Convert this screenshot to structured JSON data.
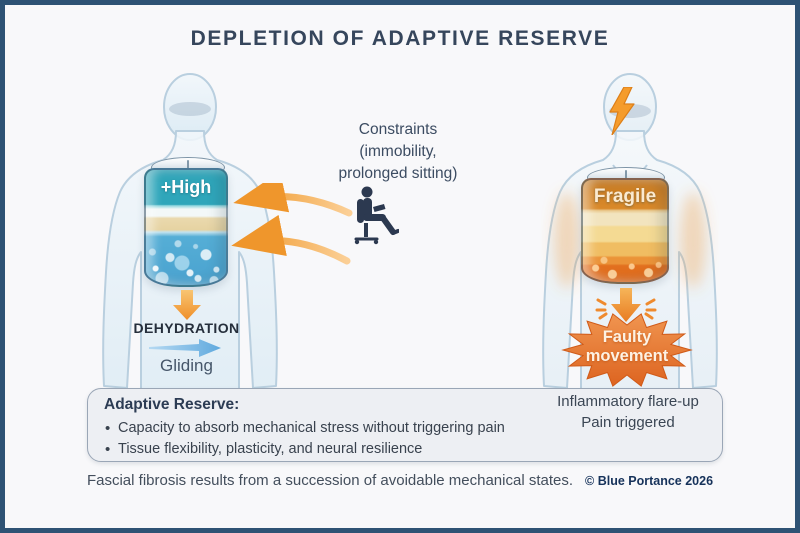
{
  "title": "DEPLETION OF ADAPTIVE RESERVE",
  "center": {
    "constraints_title": "Constraints",
    "constraints_line2": "(immobility,",
    "constraints_line3": "prolonged sitting)"
  },
  "left_figure": {
    "cylinder_label": "+High",
    "process_label": "DEHYDRATION",
    "gliding_label": "Gliding"
  },
  "right_figure": {
    "cylinder_label": "Fragile",
    "starburst": {
      "line1": "Faulty",
      "line2": "movement"
    },
    "flareup_line1": "Inflammatory flare-up",
    "flareup_line2": "Pain triggered"
  },
  "info_box": {
    "heading": "Adaptive Reserve:",
    "bullets": [
      "Capacity to absorb mechanical stress without triggering pain",
      "Tissue flexibility, plasticity, and neural resilience"
    ]
  },
  "footer": {
    "caption": "Fascial fibrosis results from a succession of avoidable mechanical states.",
    "copyright": "© Blue Portance 2026"
  },
  "icons": {
    "sitting_person": "sitting-person-icon",
    "lightning": "lightning-bolt-icon"
  },
  "colors": {
    "frame": "#2e5274",
    "background": "#f8f8fa",
    "accent_orange": "#f5a238",
    "starburst_orange": "#e8762c",
    "teal_reserve": "#2fa6ba",
    "water_blue": "#55aed6",
    "gliding_blue": "#74b8e5",
    "fragile_orange": "#c97a20",
    "title_text": "#36465c",
    "body_text": "#3c4656",
    "box_background": "#edeff3",
    "box_border": "#9aa6b6"
  }
}
